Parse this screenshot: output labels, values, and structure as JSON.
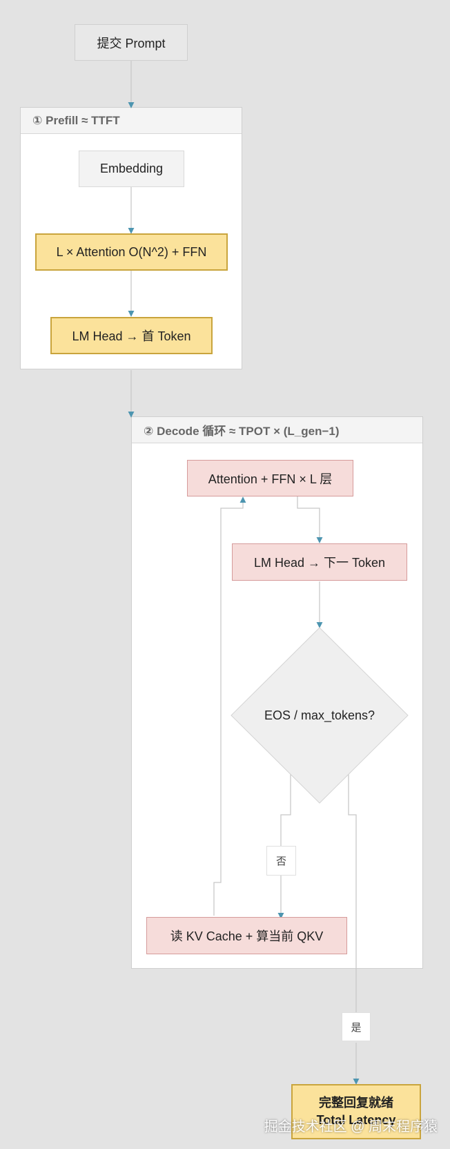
{
  "nodes": {
    "submit_prompt": "提交 Prompt",
    "embedding": "Embedding",
    "prefill_attention": "L × Attention O(N^2) + FFN",
    "prefill_lm_head": "LM Head → 首 Token",
    "decode_attention": "Attention + FFN × L 层",
    "decode_lm_head": "LM Head → 下一 Token",
    "eos_check": "EOS / max_tokens?",
    "read_kv_cache": "读 KV Cache + 算当前 QKV",
    "final_line1": "完整回复就绪",
    "final_line2": "Total Latency"
  },
  "clusters": {
    "prefill_title": "① Prefill ≈ TTFT",
    "decode_title": "② Decode 循环 ≈ TPOT × (L_gen−1)"
  },
  "edge_labels": {
    "no": "否",
    "yes": "是"
  },
  "watermark": "掘金技术社区 @ 周末程序猿",
  "colors": {
    "background": "#e3e3e3",
    "edge": "#c8c8c8",
    "arrow": "#4d95b0",
    "yellow_fill": "#fbe29b",
    "yellow_border": "#c9a43c",
    "pink_fill": "#f6dcda",
    "pink_border": "#d59a9a",
    "diamond_fill": "#efefef"
  }
}
